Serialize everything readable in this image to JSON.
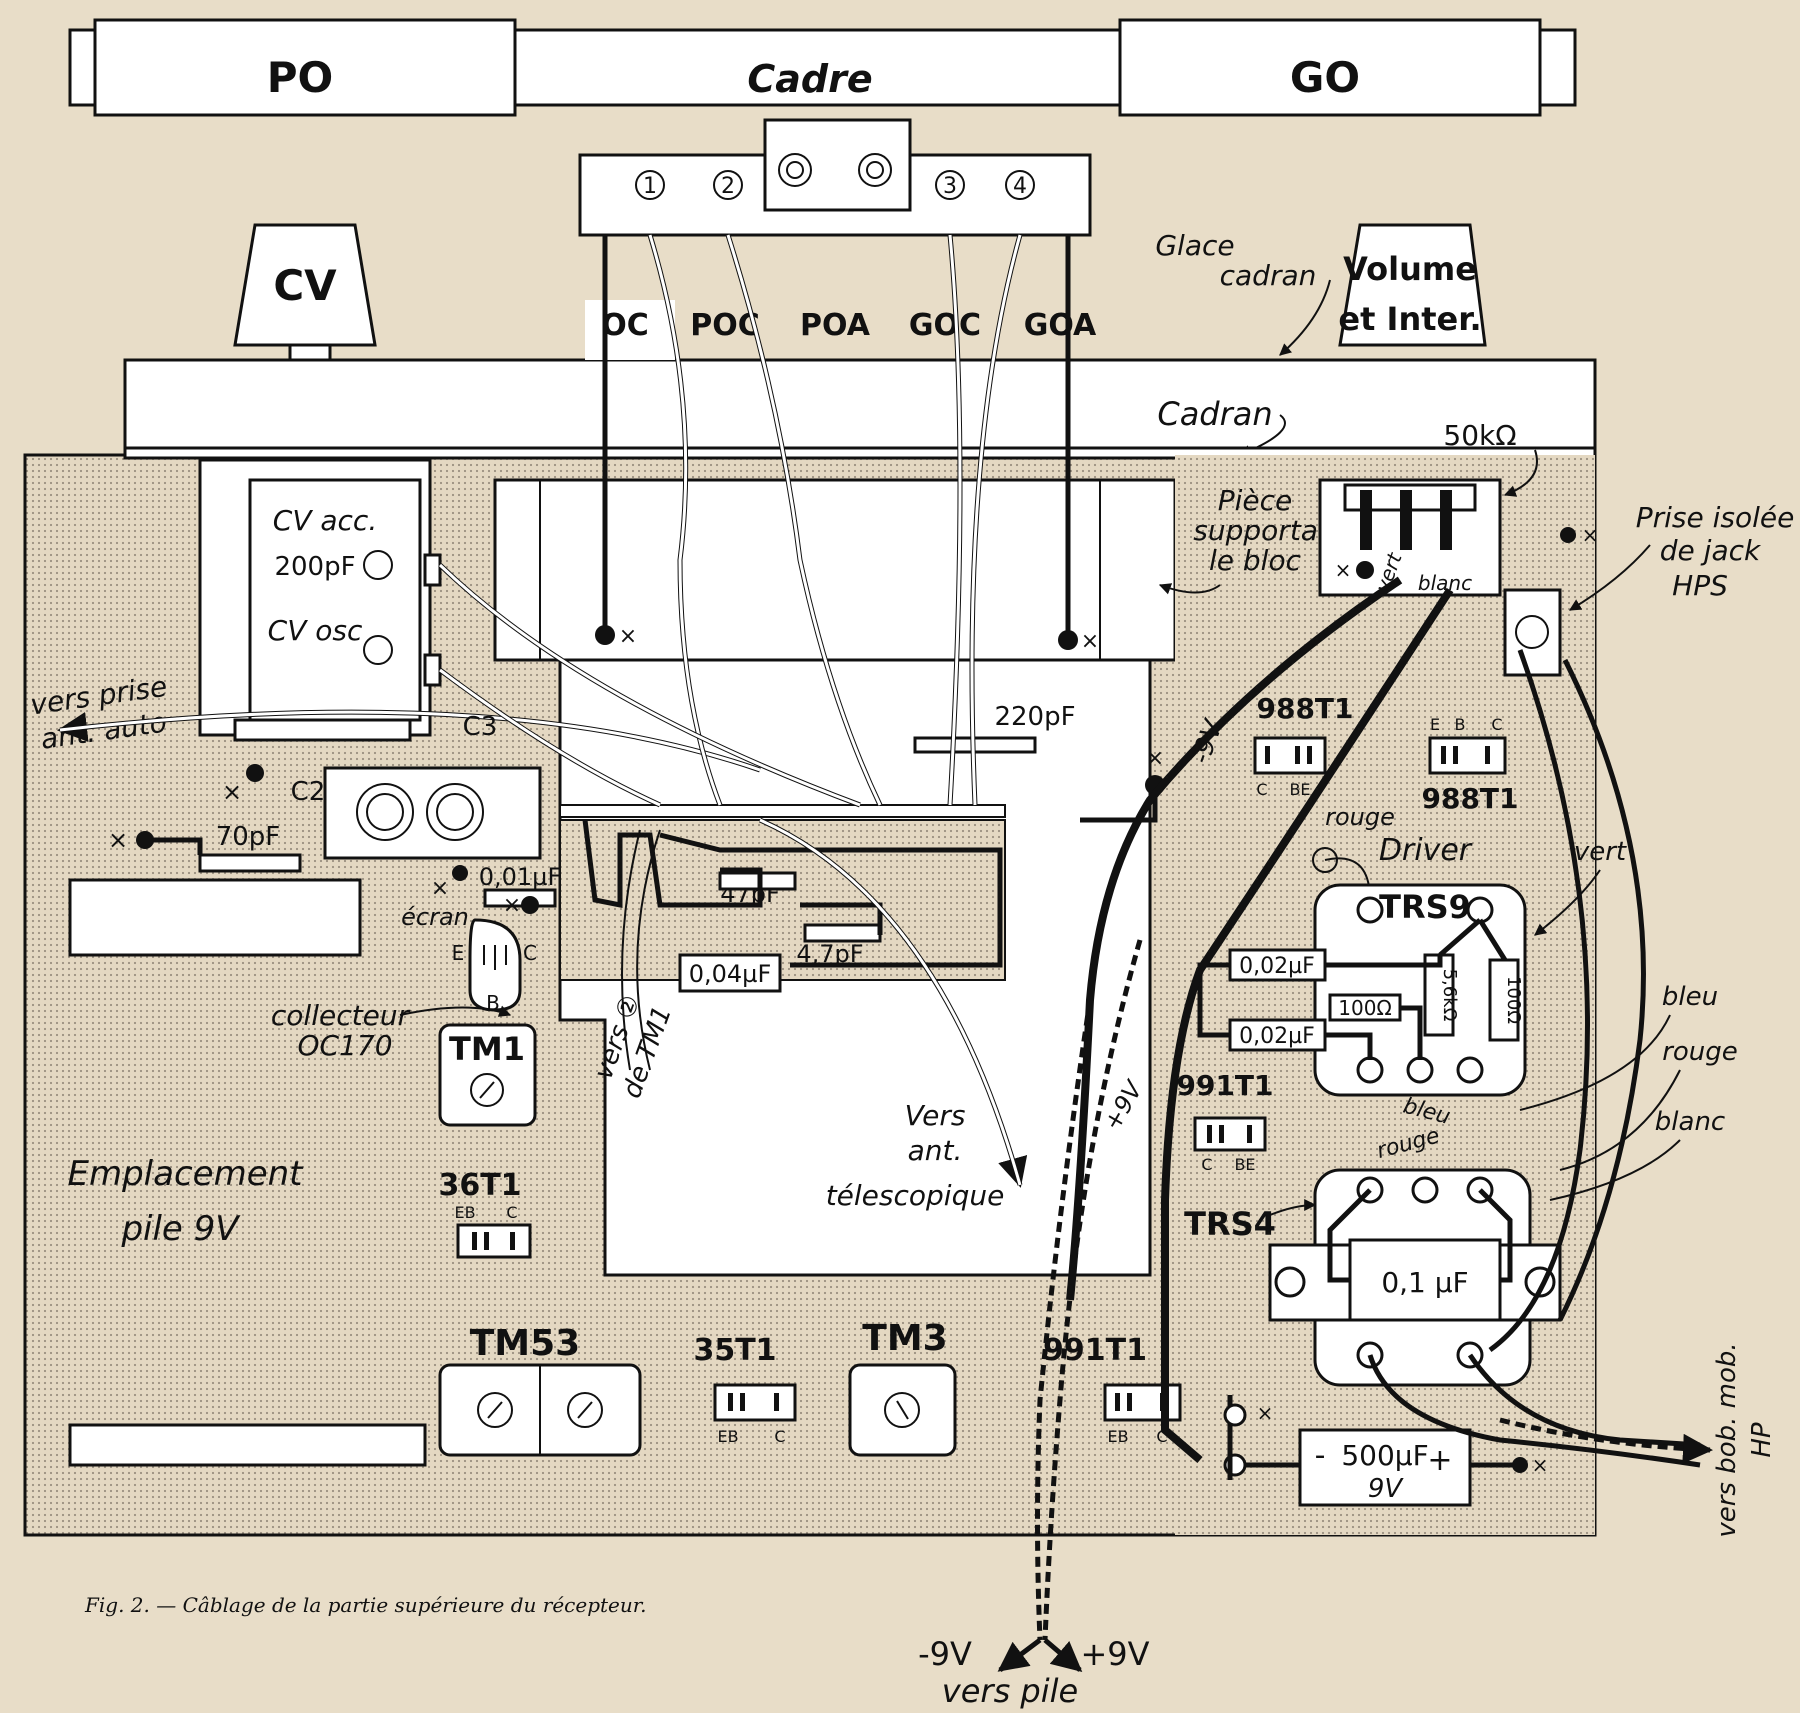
{
  "frame": {
    "po": "PO",
    "cadre": "Cadre",
    "go": "GO",
    "terminals": [
      "1",
      "2",
      "3",
      "4"
    ]
  },
  "controls": {
    "cv": "CV",
    "volume_line1": "Volume",
    "volume_line2": "et Inter.",
    "glace_line1": "Glace",
    "glace_line2": "cadran",
    "cadran": "Cadran"
  },
  "coils": [
    "OC",
    "POC",
    "POA",
    "GOC",
    "GOA"
  ],
  "cv_block": {
    "acc": "CV acc.",
    "acc_value": "200pF",
    "osc": "CV osc",
    "vers_prise_1": "vers prise",
    "vers_prise_2": "ant. auto"
  },
  "components": {
    "c3": "C3",
    "c2": "C2",
    "c_70pf": "70pF",
    "c_220pf": "220pF",
    "c_001uf": "0,01µF",
    "c_47pf_a": "47pF",
    "c_47pf_b": "4,7pF",
    "c_004uf": "0,04µF",
    "c_002uf_a": "0,02µF",
    "c_002uf_b": "0,02µF",
    "r_100_h": "100Ω",
    "r_56k": "5,6kΩ",
    "r_100_v": "100Ω",
    "pot": "50kΩ",
    "cap_01": "0,1 µF",
    "cap_500_1": "500µF",
    "cap_500_2": "9V",
    "cap_minus": "-",
    "cap_plus": "+"
  },
  "transistor": {
    "ecran": "écran",
    "e": "E",
    "b": "B",
    "c": "C",
    "collecteur_1": "collecteur",
    "collecteur_2": "OC170"
  },
  "tm": {
    "tm1": "TM1",
    "tm53": "TM53",
    "tm3": "TM3"
  },
  "sockets": {
    "s36": "36T1",
    "s35": "35T1",
    "s991_bottom": "991T1",
    "s988_top": "988T1",
    "s988_right": "988T1",
    "s991_mid": "991T1",
    "pin_eb": "EB",
    "pin_c": "C",
    "pin_e": "E",
    "pin_b": "B",
    "pin_be": "BE"
  },
  "labels": {
    "piece_1": "Pièce",
    "piece_2": "supportant",
    "piece_3": "le bloc",
    "prise_1": "Prise isolée",
    "prise_2": "de jack",
    "prise_3": "HPS",
    "vert": "vert",
    "blanc": "blanc",
    "rouge": "rouge",
    "driver": "Driver",
    "trs9": "TRS9",
    "trs4": "TRS4",
    "bleu": "bleu",
    "minus9v": "-9V",
    "plus9v": "+9V",
    "vers_de_tm1_1": "vers ②",
    "vers_de_tm1_2": "de TM1",
    "vers_ant_1": "Vers",
    "vers_ant_2": "ant.",
    "vers_ant_3": "télescopique",
    "emplacement_1": "Emplacement",
    "emplacement_2": "pile  9V",
    "vers_hp_1": "vers bob. mob.",
    "vers_hp_2": "HP",
    "vers_pile": "vers pile",
    "x": "×"
  },
  "caption": {
    "fig": "Fig. 2.",
    "text": "— Câblage de la partie supérieure du récepteur."
  }
}
